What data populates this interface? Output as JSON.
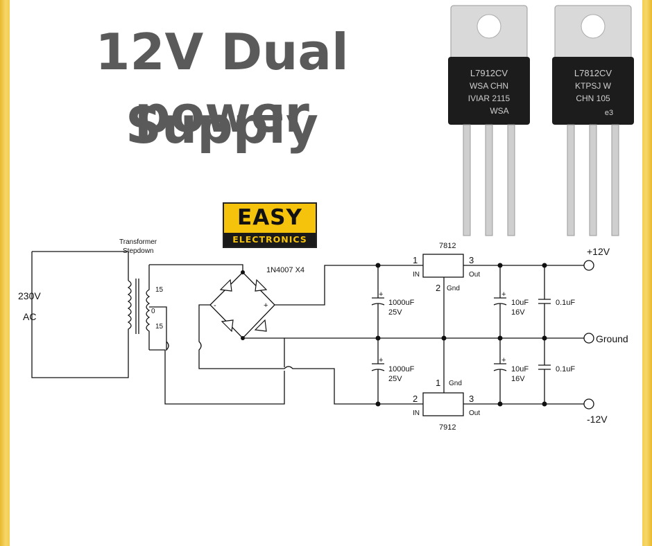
{
  "title": {
    "line1": "12V Dual power",
    "line2": "Supply"
  },
  "logo": {
    "top": "EASY",
    "bottom": "ELECTRONICS"
  },
  "components": {
    "regulator_neg": {
      "marking_line1": "L7912CV",
      "marking_line2": "WSA CHN",
      "marking_line3": "IVIAR 2115",
      "marking_line4": "WSA"
    },
    "regulator_pos": {
      "marking_line1": "L7812CV",
      "marking_line2": "KTPSJ W",
      "marking_line3": "CHN 105",
      "marking_line4": "e3"
    }
  },
  "schematic": {
    "source": {
      "voltage": "230V",
      "type": "AC"
    },
    "transformer": {
      "label1": "Transformer",
      "label2": "Stepdown",
      "tap_top": "15",
      "tap_mid": "0",
      "tap_bottom": "15"
    },
    "bridge": {
      "label": "1N4007 X4",
      "minus": "-",
      "plus": "+"
    },
    "ic_top": {
      "name": "7812",
      "pin_in": "1",
      "in_label": "IN",
      "pin_out": "3",
      "out_label": "Out",
      "pin_gnd": "2",
      "gnd_label": "Gnd"
    },
    "ic_bottom": {
      "name": "7912",
      "pin_in": "2",
      "in_label": "IN",
      "pin_out": "3",
      "out_label": "Out",
      "pin_gnd": "1",
      "gnd_label": "Gnd"
    },
    "caps": {
      "c1_value": "1000uF",
      "c1_voltage": "25V",
      "c2_value": "1000uF",
      "c2_voltage": "25V",
      "c3_value": "10uF",
      "c3_voltage": "16V",
      "c4_value": "10uF",
      "c4_voltage": "16V",
      "c5_value": "0.1uF",
      "c6_value": "0.1uF",
      "plus": "+"
    },
    "outputs": {
      "pos": "+12V",
      "gnd": "Ground",
      "neg": "-12V"
    }
  }
}
